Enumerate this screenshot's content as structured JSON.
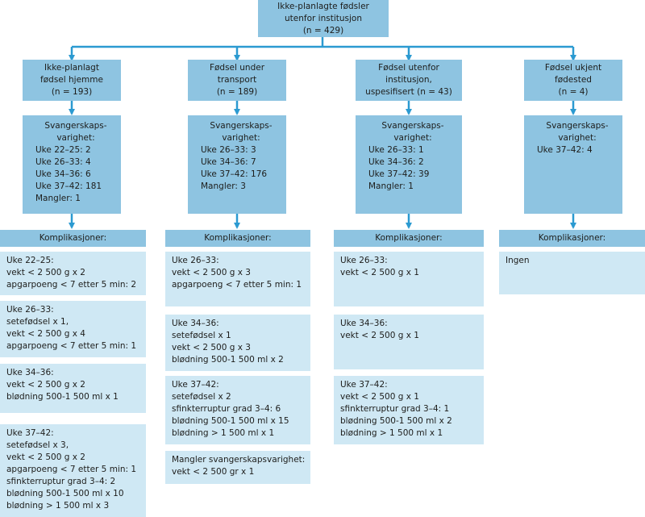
{
  "top": [
    "Ikke-planlagte fødsler",
    "utenfor institusjon",
    "(n = 429)"
  ],
  "columns": [
    {
      "category": [
        "Ikke-planlagt",
        "fødsel hjemme",
        "(n = 193)"
      ],
      "stats_title": [
        "Svangerskaps-",
        "varighet:"
      ],
      "stats": [
        "Uke 22–25: 2",
        "Uke 26–33: 4",
        "Uke 34–36: 6",
        "Uke 37–42: 181",
        "Mangler: 1"
      ],
      "complications_label": "Komplikasjoner:",
      "details": [
        [
          "Uke 22–25:",
          "vekt < 2 500 g x 2",
          "apgarpoeng < 7 etter 5 min: 2"
        ],
        [
          "Uke 26–33:",
          "setefødsel x 1,",
          "vekt < 2 500 g x 4",
          "apgarpoeng < 7 etter 5 min: 1"
        ],
        [
          "Uke 34–36:",
          "vekt < 2 500 g x 2",
          "blødning 500-1 500 ml x 1"
        ],
        [
          "Uke 37–42:",
          "setefødsel x 3,",
          "vekt < 2 500 g x 2",
          "apgarpoeng < 7 etter 5 min: 1",
          "sfinkterruptur grad 3–4: 2",
          "blødning 500-1 500 ml x 10",
          "blødning > 1 500 ml x 3"
        ]
      ]
    },
    {
      "category": [
        "Fødsel under",
        "transport",
        "(n = 189)"
      ],
      "stats_title": [
        "Svangerskaps-",
        "varighet:"
      ],
      "stats": [
        "Uke 26–33: 3",
        "Uke 34–36: 7",
        "Uke 37–42: 176",
        "Mangler: 3"
      ],
      "complications_label": "Komplikasjoner:",
      "details": [
        [
          "Uke 26–33:",
          "vekt < 2 500 g x 3",
          "apgarpoeng < 7 etter 5 min: 1"
        ],
        [
          "Uke 34–36:",
          "setefødsel x 1",
          "vekt < 2 500 g x 3",
          "blødning 500-1 500 ml x 2"
        ],
        [
          "Uke 37–42:",
          "setefødsel x 2",
          "sfinkterruptur grad 3–4: 6",
          "blødning 500-1 500 ml x 15",
          "blødning > 1 500 ml x 1"
        ],
        [
          "Mangler svangerskapsvarighet:",
          "vekt < 2 500 gr x 1"
        ]
      ]
    },
    {
      "category": [
        "Fødsel utenfor",
        "institusjon,",
        "uspesifisert (n = 43)"
      ],
      "stats_title": [
        "Svangerskaps-",
        "varighet:"
      ],
      "stats": [
        "Uke 26–33: 1",
        "Uke 34–36: 2",
        "Uke 37–42: 39",
        "Mangler: 1"
      ],
      "complications_label": "Komplikasjoner:",
      "details": [
        [
          "Uke 26–33:",
          "vekt < 2 500 g x 1"
        ],
        [
          "Uke 34–36:",
          "vekt < 2 500 g x 1"
        ],
        [
          "Uke 37–42:",
          "vekt < 2 500 g x 1",
          "sfinkterruptur grad 3–4: 1",
          "blødning 500-1 500 ml x 2",
          "blødning > 1 500 ml x 1"
        ]
      ]
    },
    {
      "category": [
        "Fødsel  ukjent",
        "fødested",
        "(n = 4)"
      ],
      "stats_title": [
        "Svangerskaps-",
        "varighet:"
      ],
      "stats": [
        "Uke 37–42: 4"
      ],
      "complications_label": "Komplikasjoner:",
      "details": [
        [
          "Ingen"
        ]
      ]
    }
  ],
  "colors": {
    "dark": "#8ec4e1",
    "light": "#cfe8f4",
    "arrow": "#2b9ad1"
  }
}
